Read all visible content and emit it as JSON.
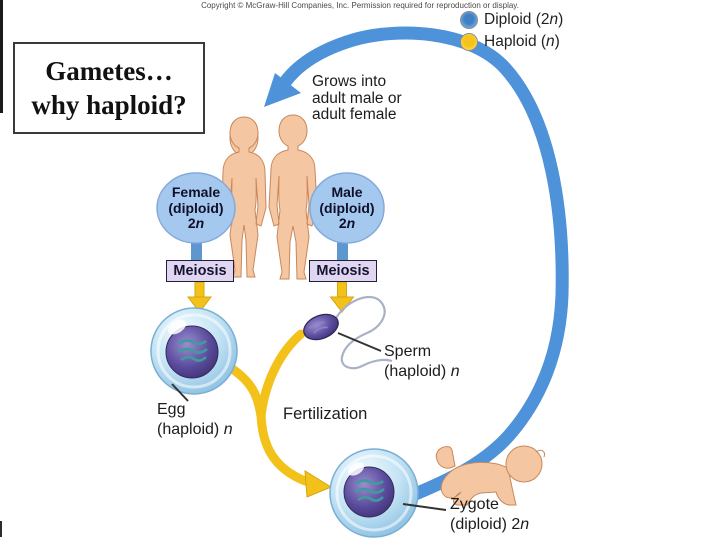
{
  "copyright": "Copyright © McGraw-Hill Companies, Inc. Permission required for reproduction or display.",
  "legend": {
    "diploid": {
      "prefix": "Diploid (2",
      "n_italic": "n",
      "suffix": ")"
    },
    "haploid": {
      "prefix": "Haploid (",
      "n_italic": "n",
      "suffix": ")"
    }
  },
  "question_box": {
    "line1": "Gametes…",
    "line2": "why haploid?"
  },
  "grows_into": {
    "line1": "Grows into",
    "line2": "adult male or",
    "line3": "adult female"
  },
  "female_node": {
    "line1": "Female",
    "line2": "(diploid)",
    "ploidy_prefix": "2",
    "n_italic": "n"
  },
  "male_node": {
    "line1": "Male",
    "line2": "(diploid)",
    "ploidy_prefix": "2",
    "n_italic": "n"
  },
  "meiosis_left": {
    "label": "Meiosis"
  },
  "meiosis_right": {
    "label": "Meiosis"
  },
  "egg": {
    "line1": "Egg",
    "line2_prefix": "(haploid) ",
    "n_italic": "n"
  },
  "sperm": {
    "line1": "Sperm",
    "line2_prefix": "(haploid) ",
    "n_italic": "n"
  },
  "fertilization": {
    "label": "Fertilization"
  },
  "zygote": {
    "line1": "Zygote",
    "line2_prefix": "(diploid) 2",
    "n_italic": "n"
  },
  "colors": {
    "diploid_blue": "#5b9bd5",
    "haploid_yellow": "#f2c11a",
    "cycle_arrow_blue": "#4e92d9",
    "meiosis_box_lavender": "#e0d6f2",
    "node_blue": "#a5c8ef",
    "skin": "#f4c7a2",
    "nucleus_purple": "#55458f"
  }
}
